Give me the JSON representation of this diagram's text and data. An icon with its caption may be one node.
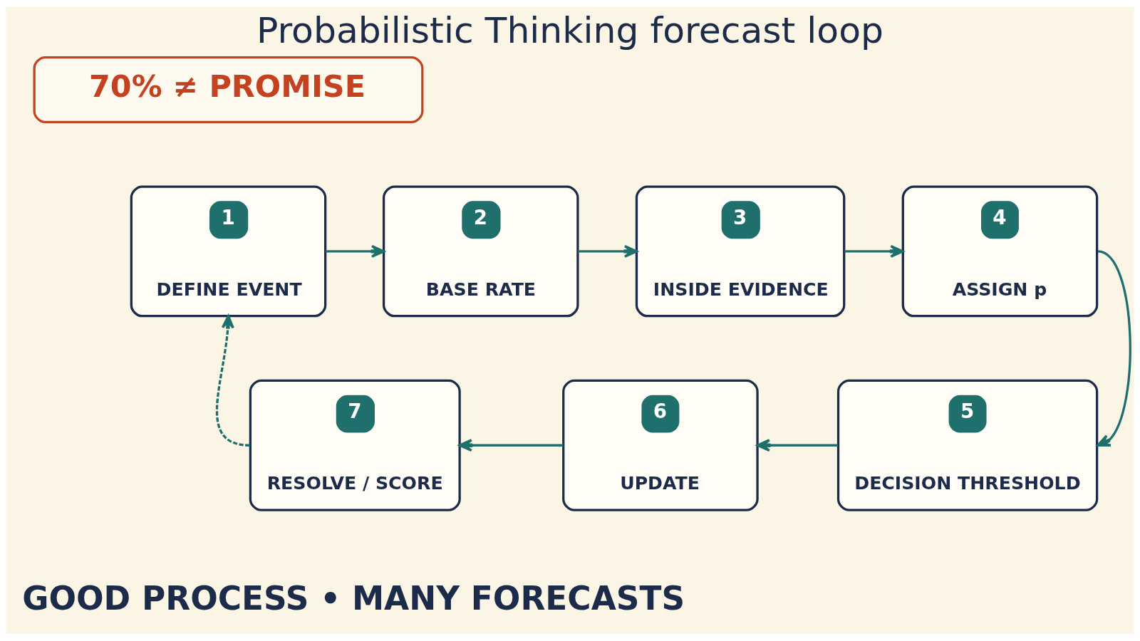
{
  "diagram": {
    "title": "Probabilistic Thinking forecast loop",
    "caption": "GOOD PROCESS • MANY FORECASTS",
    "nodes": [
      {
        "text": [
          "1",
          "DEFINE EVENT"
        ]
      },
      {
        "text": [
          "2",
          "BASE RATE"
        ]
      },
      {
        "text": [
          "3",
          "INSIDE EVIDENCE"
        ]
      },
      {
        "text": [
          "4",
          "ASSIGN p"
        ]
      },
      {
        "text": [
          "70% ≠ PROMISE"
        ]
      },
      {
        "text": [
          "7",
          "RESOLVE / SCORE"
        ]
      },
      {
        "text": [
          "6",
          "UPDATE"
        ]
      },
      {
        "text": [
          "5",
          "DECISION THRESHOLD"
        ]
      }
    ],
    "edges": [
      {
        "from": 0,
        "to": 1,
        "arrow": "to"
      },
      {
        "from": 1,
        "to": 2,
        "arrow": "to"
      },
      {
        "from": 2,
        "to": 3,
        "arrow": "to"
      },
      {
        "from": 3,
        "to": 7,
        "arrow": "to"
      },
      {
        "from": 7,
        "to": 6,
        "arrow": "to"
      },
      {
        "from": 6,
        "to": 5,
        "arrow": "to"
      },
      {
        "from": 5,
        "to": 0,
        "arrow": "to",
        "style": "dashed"
      }
    ]
  }
}
